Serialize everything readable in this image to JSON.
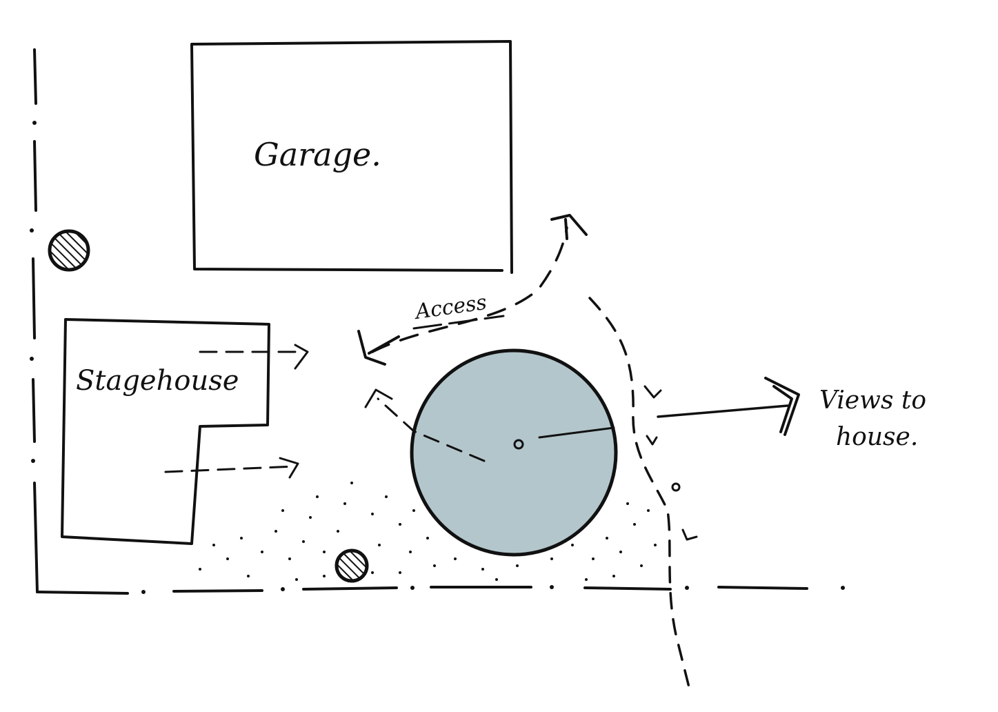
{
  "labels": {
    "garage": "Garage.",
    "stagehouse": "Stagehouse",
    "access": "Access",
    "views_line1": "Views to",
    "views_line2": "house."
  },
  "colors": {
    "ink": "#111111",
    "pond_fill": "#b3c6cb",
    "paper": "#ffffff"
  }
}
